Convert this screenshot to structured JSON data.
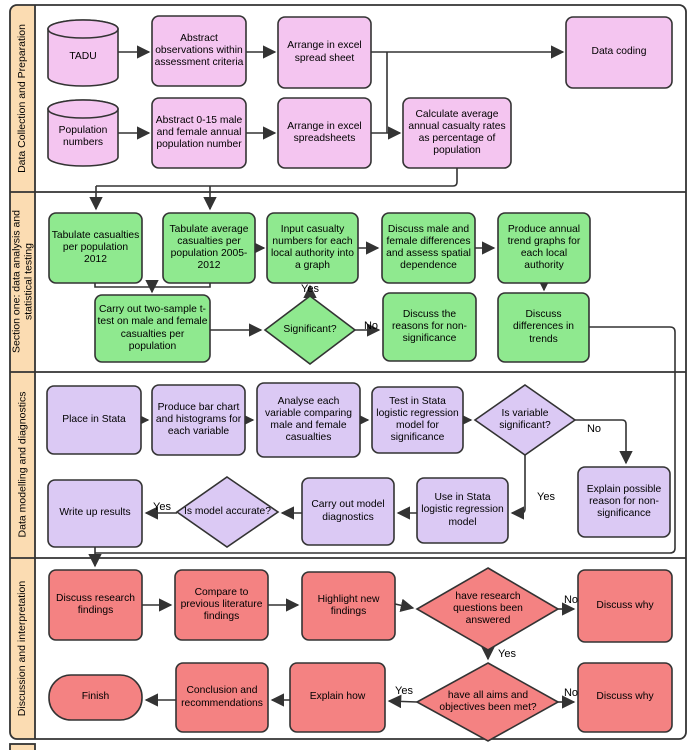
{
  "lanes": [
    {
      "label": "Data Collection and Preparation"
    },
    {
      "label": "Section one: data analysis and statistical testing"
    },
    {
      "label": "Data modelling and diagnostics"
    },
    {
      "label": "Discussion and interpretation"
    }
  ],
  "nodes": {
    "tadu": "TADU",
    "pop_numbers": "Population numbers",
    "abstract_obs": "Abstract observations within assessment criteria",
    "arrange_sheet": "Arrange in excel spread sheet",
    "data_coding": "Data coding",
    "abstract_015": "Abstract 0-15 male and female annual population number",
    "arrange_sheets": "Arrange in excel spreadsheets",
    "calc_avg": "Calculate average annual casualty rates as percentage of population",
    "tab_2012": "Tabulate casualties per population 2012",
    "tab_avg": "Tabulate average casualties per population 2005-2012",
    "input_casualty": "Input casualty numbers for each local authority into a graph",
    "discuss_mf": "Discuss male and female differences and assess spatial dependence",
    "produce_trend": "Produce annual trend graphs for each local authority",
    "ttest": "Carry out two-sample t-test on male and female casualties per population",
    "significant": "Significant?",
    "discuss_reasons": "Discuss the reasons for non-significance",
    "discuss_diff": "Discuss differences in trends",
    "place_stata": "Place in Stata",
    "produce_bar": "Produce bar chart and histograms for each variable",
    "analyse_each": "Analyse each variable comparing male and female casualties",
    "test_stata": "Test in Stata logistic regression model for significance",
    "var_significant": "Is variable significant?",
    "explain_possible": "Explain possible reason for non-significance",
    "use_stata": "Use in Stata logistic regression model",
    "carry_diag": "Carry out model diagnostics",
    "model_accurate": "Is model accurate?",
    "write_up": "Write up results",
    "discuss_findings": "Discuss research findings",
    "compare_lit": "Compare to previous literature findings",
    "highlight_new": "Highlight new findings",
    "rq_answered": "have research questions been answered",
    "discuss_why_1": "Discuss why",
    "aims_met": "have all aims and objectives been met?",
    "discuss_why_2": "Discuss why",
    "explain_how": "Explain how",
    "conclusion": "Conclusion and recommendations",
    "finish": "Finish"
  },
  "edge_labels": {
    "sig_yes": "Yes",
    "sig_no": "No",
    "var_no": "No",
    "var_yes": "Yes",
    "model_yes": "Yes",
    "rq_no": "No",
    "rq_yes": "Yes",
    "aims_no": "No",
    "aims_yes": "Yes"
  },
  "colors": {
    "lane_band": "#FBDCB2",
    "prep": "#F4C5F0",
    "analysis": "#8FE98F",
    "modelling": "#DBC9F4",
    "discussion": "#F48282",
    "stroke": "#333333",
    "background": "#FFFFFF"
  }
}
